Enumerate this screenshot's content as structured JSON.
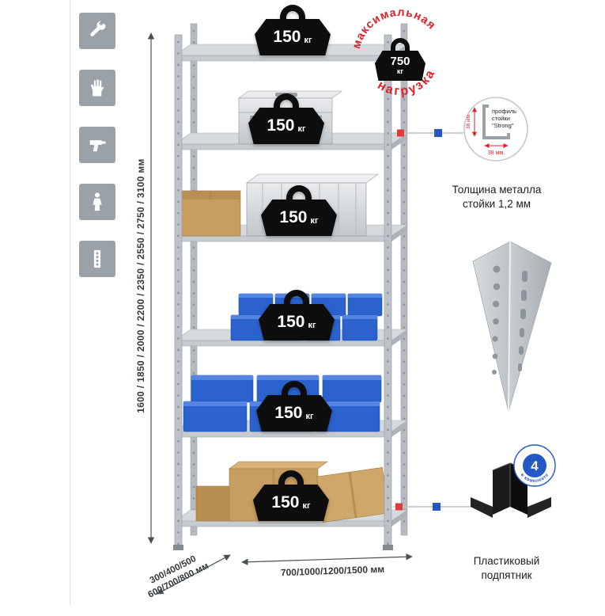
{
  "colors": {
    "accent_red": "#d8232a",
    "accent_blue": "#2458c5",
    "connector_red": "#e23b3b",
    "icon_tile_gray": "#9aa1a7",
    "metal_light": "#d6dadd",
    "bin_blue": "#2b62cd",
    "cardboard": "#c79d62",
    "weight_black": "#0d0d0d"
  },
  "left_icons": [
    {
      "name": "wrench-icon"
    },
    {
      "name": "gloves-icon"
    },
    {
      "name": "drill-icon"
    },
    {
      "name": "person-icon"
    },
    {
      "name": "rack-post-icon"
    }
  ],
  "dimensions": {
    "height": "1600 / 1850 / 2000 / 2200 / 2350 / 2550 / 2750 / 3100 мм",
    "depth_line1": "300/400/500",
    "depth_line2": "600/700/800 мм",
    "width": "700/1000/1200/1500 мм"
  },
  "shelf_weights": [
    {
      "value": "150",
      "unit": "кг"
    },
    {
      "value": "150",
      "unit": "кг"
    },
    {
      "value": "150",
      "unit": "кг"
    },
    {
      "value": "150",
      "unit": "кг"
    },
    {
      "value": "150",
      "unit": "кг"
    },
    {
      "value": "150",
      "unit": "кг"
    }
  ],
  "stamp": {
    "arc_top": "максимальная",
    "arc_bottom": "нагрузка",
    "value": "750",
    "unit": "кг"
  },
  "profile_callout": {
    "line1": "профиль",
    "line2": "стойки",
    "line3": "\"Strong\"",
    "dim_vertical": "38 мм",
    "dim_horizontal": "38 мм.",
    "caption_line1": "Толщина металла",
    "caption_line2": "стойки 1,2 мм"
  },
  "foot_callout": {
    "badge_value": "4",
    "badge_arc": "в комплекте",
    "caption_line1": "Пластиковый",
    "caption_line2": "подпятник"
  }
}
